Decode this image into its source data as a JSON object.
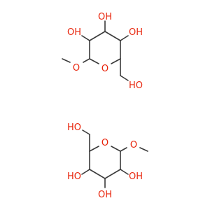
{
  "diagram": {
    "molecules": [
      {
        "ring_oxygen": "O",
        "methoxy_oxygen": "O",
        "hydroxyls": [
          "HO",
          "OH",
          "OH",
          "OH"
        ]
      },
      {
        "ring_oxygen": "O",
        "methoxy_oxygen": "O",
        "hydroxyls": [
          "HO",
          "OH",
          "HO",
          "OH"
        ]
      }
    ],
    "colors": {
      "bond": "#3a3a3a",
      "heteroatom": "#e8230a",
      "background": "#ffffff"
    }
  }
}
